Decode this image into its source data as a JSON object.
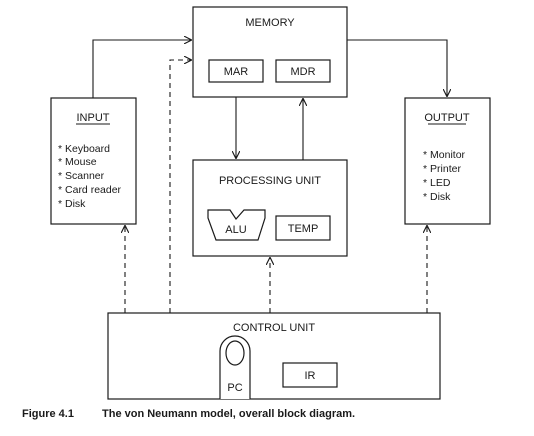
{
  "memory": {
    "title": "MEMORY",
    "mar": "MAR",
    "mdr": "MDR"
  },
  "input": {
    "title": "INPUT",
    "items": [
      "Keyboard",
      "Mouse",
      "Scanner",
      "Card reader",
      "Disk"
    ]
  },
  "output": {
    "title": "OUTPUT",
    "items": [
      "Monitor",
      "Printer",
      "LED",
      "Disk"
    ]
  },
  "processing_unit": {
    "title": "PROCESSING UNIT",
    "alu": "ALU",
    "temp": "TEMP"
  },
  "control_unit": {
    "title": "CONTROL UNIT",
    "pc": "PC",
    "ir": "IR"
  },
  "caption": {
    "number": "Figure 4.1",
    "text": "The von Neumann model, overall block diagram."
  }
}
